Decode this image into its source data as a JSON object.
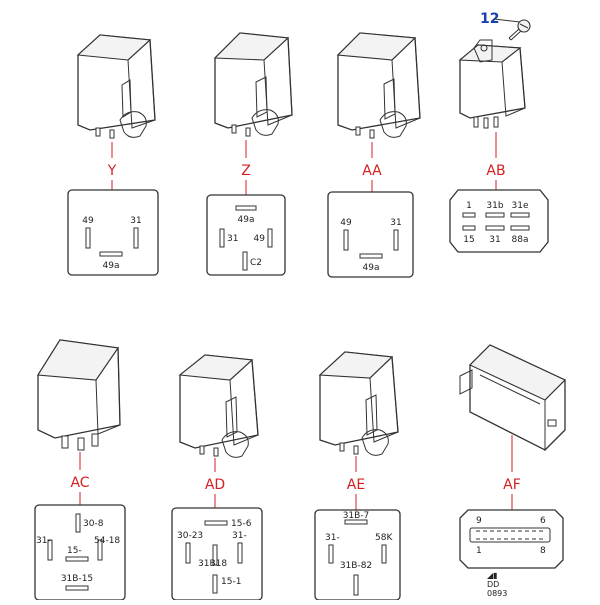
{
  "callout": {
    "number": "12"
  },
  "relays": [
    {
      "id": "Y",
      "pins": [
        "49",
        "31",
        "49a"
      ]
    },
    {
      "id": "Z",
      "pins": [
        "49a",
        "31",
        "49",
        "C2"
      ]
    },
    {
      "id": "AA",
      "pins": [
        "49",
        "31",
        "49a"
      ]
    },
    {
      "id": "AB",
      "pins": [
        "1",
        "31b",
        "31e",
        "15",
        "31",
        "88a"
      ]
    },
    {
      "id": "AC",
      "pins": [
        "30-8",
        "31-",
        "54-18",
        "15-",
        "31B-15"
      ]
    },
    {
      "id": "AD",
      "pins": [
        "15-6",
        "30-23",
        "31-",
        "31B18",
        "15-1"
      ]
    },
    {
      "id": "AE",
      "pins": [
        "31B-7",
        "31-",
        "58K",
        "31B-82"
      ]
    },
    {
      "id": "AF",
      "pins": [
        "9",
        "6",
        "1",
        "8"
      ]
    }
  ],
  "footer_code": {
    "line1": "DD",
    "line2": "0893"
  },
  "colors": {
    "letters": "#d42020",
    "callout": "#1a3fb0",
    "lines": "#333333"
  }
}
